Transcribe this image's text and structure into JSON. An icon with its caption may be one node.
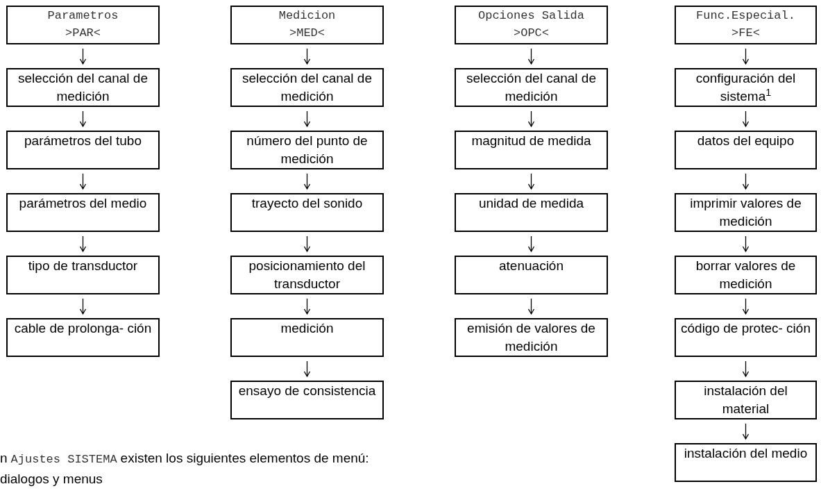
{
  "diagram": {
    "nodes": [
      {
        "text": [
          "Parametros",
          ">PAR<"
        ]
      },
      {
        "text": [
          "selección del canal de medición"
        ]
      },
      {
        "text": [
          "parámetros del tubo"
        ]
      },
      {
        "text": [
          "parámetros del medio"
        ]
      },
      {
        "text": [
          "tipo de transductor"
        ]
      },
      {
        "text": [
          "cable de prolonga- ción"
        ]
      },
      {
        "text": [
          "Medicion",
          ">MED<"
        ]
      },
      {
        "text": [
          "selección del canal de medición"
        ]
      },
      {
        "text": [
          "número del punto de medición"
        ]
      },
      {
        "text": [
          "trayecto del sonido"
        ]
      },
      {
        "text": [
          "posicionamiento del transductor"
        ]
      },
      {
        "text": [
          "medición"
        ]
      },
      {
        "text": [
          "ensayo de consistencia"
        ]
      },
      {
        "text": [
          "Opciones Salida",
          ">OPC<"
        ]
      },
      {
        "text": [
          "selección del canal de medición"
        ]
      },
      {
        "text": [
          "magnitud de medida"
        ]
      },
      {
        "text": [
          "unidad de medida"
        ]
      },
      {
        "text": [
          "atenuación"
        ]
      },
      {
        "text": [
          "emisión de valores de medición"
        ]
      },
      {
        "text": [
          "Func.Especial.",
          ">FE<"
        ]
      },
      {
        "text": [
          "configuración del sistema$^{1}$"
        ]
      },
      {
        "text": [
          "datos del equipo"
        ]
      },
      {
        "text": [
          "imprimir valores de medición"
        ]
      },
      {
        "text": [
          "borrar valores de medición"
        ]
      },
      {
        "text": [
          "código de protec- ción"
        ]
      },
      {
        "text": [
          "instalación del material"
        ]
      },
      {
        "text": [
          "instalación del medio"
        ]
      }
    ],
    "edges": [
      {
        "from": 0,
        "to": 1,
        "arrow": "to"
      },
      {
        "from": 1,
        "to": 2,
        "arrow": "to"
      },
      {
        "from": 2,
        "to": 3,
        "arrow": "to"
      },
      {
        "from": 3,
        "to": 4,
        "arrow": "to"
      },
      {
        "from": 4,
        "to": 5,
        "arrow": "to"
      },
      {
        "from": 6,
        "to": 7,
        "arrow": "to"
      },
      {
        "from": 7,
        "to": 8,
        "arrow": "to"
      },
      {
        "from": 8,
        "to": 9,
        "arrow": "to"
      },
      {
        "from": 9,
        "to": 10,
        "arrow": "to"
      },
      {
        "from": 10,
        "to": 11,
        "arrow": "to"
      },
      {
        "from": 11,
        "to": 12,
        "arrow": "to"
      },
      {
        "from": 13,
        "to": 14,
        "arrow": "to"
      },
      {
        "from": 14,
        "to": 15,
        "arrow": "to"
      },
      {
        "from": 15,
        "to": 16,
        "arrow": "to"
      },
      {
        "from": 16,
        "to": 17,
        "arrow": "to"
      },
      {
        "from": 17,
        "to": 18,
        "arrow": "to"
      },
      {
        "from": 19,
        "to": 20,
        "arrow": "to"
      },
      {
        "from": 20,
        "to": 21,
        "arrow": "to"
      },
      {
        "from": 21,
        "to": 22,
        "arrow": "to"
      },
      {
        "from": 22,
        "to": 23,
        "arrow": "to"
      },
      {
        "from": 23,
        "to": 24,
        "arrow": "to"
      },
      {
        "from": 24,
        "to": 25,
        "arrow": "to"
      },
      {
        "from": 25,
        "to": 26,
        "arrow": "to"
      }
    ],
    "labels": [
      "n",
      "Ajustes SISTEMA",
      "existen los siguientes elementos de menú:",
      "dialogos y menus"
    ]
  }
}
